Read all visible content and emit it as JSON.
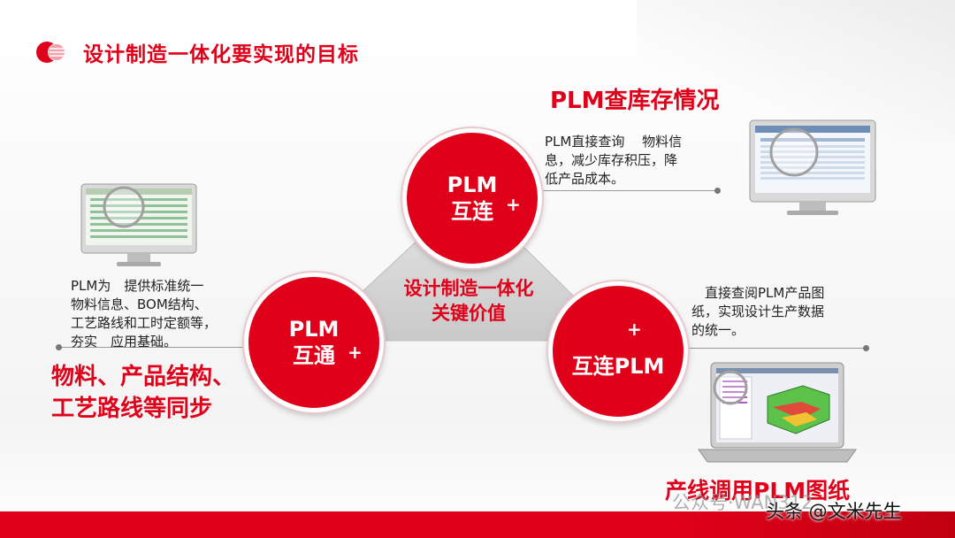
{
  "header": {
    "title": "设计制造一体化要实现的目标"
  },
  "center": {
    "line1": "设计制造一体化",
    "line2": "关键价值"
  },
  "circles": {
    "top": {
      "line1": "PLM",
      "line2": "互连"
    },
    "left": {
      "line1": "PLM",
      "line2": "互通"
    },
    "right": {
      "line1": "互连PLM"
    },
    "plus": "+"
  },
  "top_right": {
    "heading": "PLM查库存情况",
    "desc_lines": [
      "PLM直接查询　 物料信",
      "息，减少库存积压，降",
      "低产品成本。"
    ]
  },
  "left_block": {
    "desc_lines": [
      "PLM为　提供标准统一",
      "物料信息、BOM结构、",
      "工艺路线和工时定额等，",
      "夯实　应用基础。"
    ],
    "heading_lines": [
      "物料、产品结构、",
      "工艺路线等同步"
    ]
  },
  "right_block": {
    "desc_lines": [
      "　直接查阅PLM产品图",
      "纸，实现设计生产数据",
      "的统一。"
    ],
    "heading": "产线调用PLM图纸"
  },
  "watermark": {
    "wechat": "公众号·WAN312",
    "toutiao": "头条 @文米先生"
  },
  "colors": {
    "accent": "#e0001a"
  }
}
